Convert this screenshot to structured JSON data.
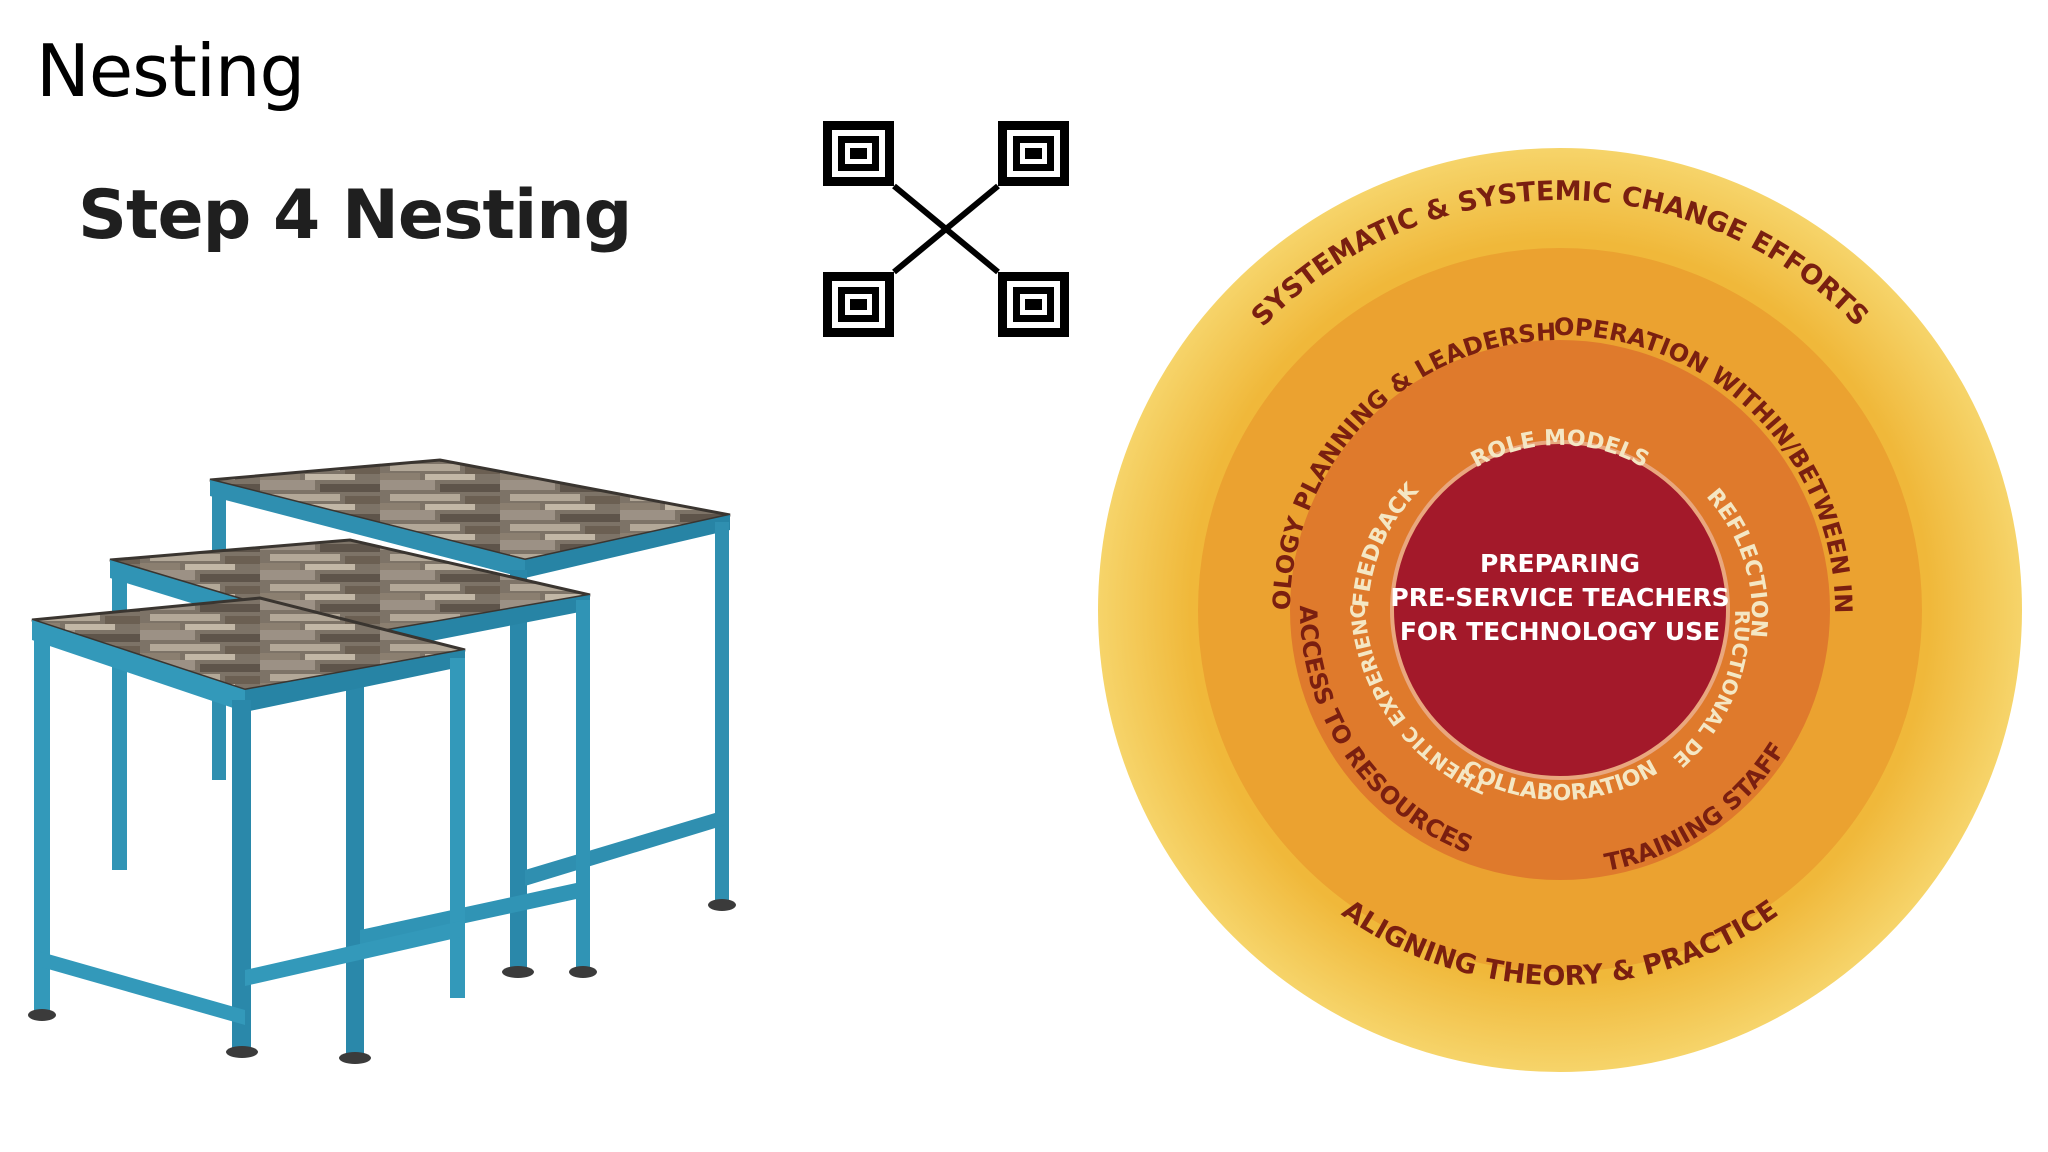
{
  "slide": {
    "title": "Nesting",
    "step_label": "Step 4 Nesting"
  },
  "diagram": {
    "core": [
      "PREPARING",
      "PRE-SERVICE TEACHERS",
      "FOR TECHNOLOGY USE"
    ],
    "inner_ring": [
      "ROLE MODELS",
      "REFLECTION",
      "INSTRUCTIONAL DESIGN",
      "COLLABORATION",
      "AUTHENTIC EXPERIENCES",
      "FEEDBACK"
    ],
    "middle_ring": [
      "TECHNOLOGY PLANNING & LEADERSHIP",
      "COOPERATION WITHIN/BETWEEN INSTITUTIONS",
      "TRAINING STAFF",
      "ACCESS TO RESOURCES"
    ],
    "outer_ring": [
      "SYSTEMATIC & SYSTEMIC CHANGE EFFORTS",
      "ALIGNING THEORY & PRACTICE"
    ],
    "colors": {
      "core": "#a3192a",
      "inner_ring": "#df7a2c",
      "middle_ring": "#eea22f",
      "outer_ring": "#f2c445",
      "text_dark": "#7a1f10"
    }
  },
  "icons": {
    "symbol": "nesting-squares-symbol-icon",
    "tables": "nesting-tables-illustration"
  }
}
